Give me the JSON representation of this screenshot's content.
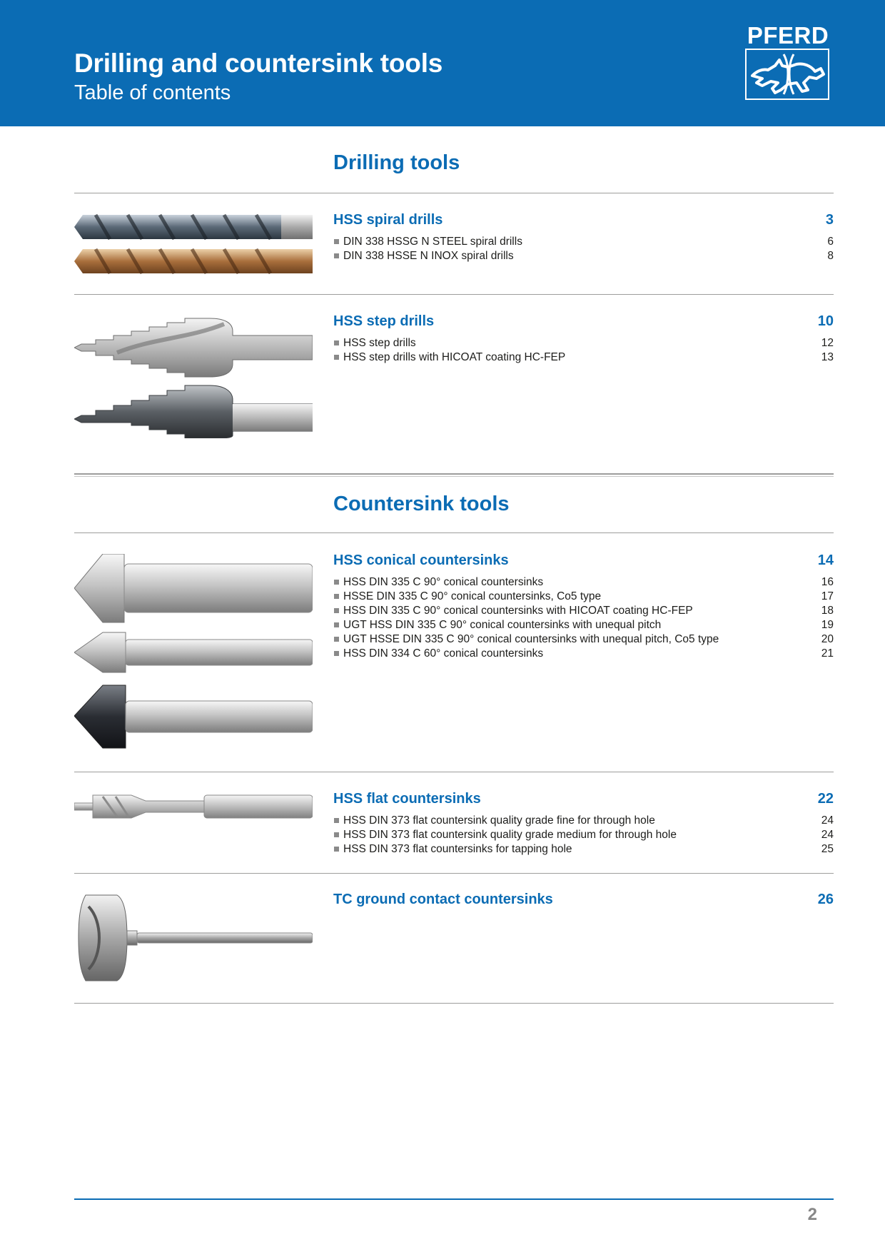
{
  "header": {
    "title": "Drilling and countersink tools",
    "subtitle": "Table of contents",
    "logo_text": "PFERD",
    "background_color": "#0b6cb4"
  },
  "sections": [
    {
      "title": "Drilling tools"
    },
    {
      "title": "Countersink tools"
    }
  ],
  "groups": [
    {
      "title": "HSS spiral drills",
      "page": "3",
      "items": [
        {
          "label": "DIN 338 HSSG N STEEL spiral drills",
          "page": "6"
        },
        {
          "label": "DIN 338 HSSE N INOX spiral drills",
          "page": "8"
        }
      ]
    },
    {
      "title": "HSS step drills",
      "page": "10",
      "items": [
        {
          "label": "HSS step drills",
          "page": "12"
        },
        {
          "label": "HSS step drills with HICOAT coating HC-FEP",
          "page": "13"
        }
      ]
    },
    {
      "title": "HSS conical countersinks",
      "page": "14",
      "items": [
        {
          "label": "HSS DIN 335 C 90° conical countersinks",
          "page": "16"
        },
        {
          "label": "HSSE DIN 335 C 90° conical countersinks, Co5 type",
          "page": "17"
        },
        {
          "label": "HSS DIN 335 C 90° conical countersinks with HICOAT coating HC-FEP",
          "page": "18"
        },
        {
          "label": "UGT HSS DIN 335 C 90° conical countersinks with unequal pitch",
          "page": "19"
        },
        {
          "label": "UGT HSSE DIN 335 C 90° conical countersinks with unequal pitch, Co5 type",
          "page": "20"
        },
        {
          "label": "HSS DIN 334 C 60° conical countersinks",
          "page": "21"
        }
      ]
    },
    {
      "title": "HSS flat countersinks",
      "page": "22",
      "items": [
        {
          "label": "HSS DIN 373 flat countersink quality grade fine for through hole",
          "page": "24"
        },
        {
          "label": "HSS DIN 373 flat countersink quality grade medium for through hole",
          "page": "24"
        },
        {
          "label": "HSS DIN 373 flat countersinks for tapping hole",
          "page": "25"
        }
      ]
    },
    {
      "title": "TC ground contact countersinks",
      "page": "26",
      "items": []
    }
  ],
  "images": {
    "spiral_drill_1": "spiral-drill-steel",
    "spiral_drill_2": "spiral-drill-inox",
    "step_drill_1": "step-drill",
    "step_drill_2": "step-drill-hicoat",
    "countersink_1": "conical-countersink",
    "countersink_2": "conical-countersink-co5",
    "countersink_3": "conical-countersink-hicoat",
    "flat_countersink": "flat-countersink",
    "tc_countersink": "tc-ground-countersink"
  },
  "footer": {
    "page_number": "2"
  }
}
